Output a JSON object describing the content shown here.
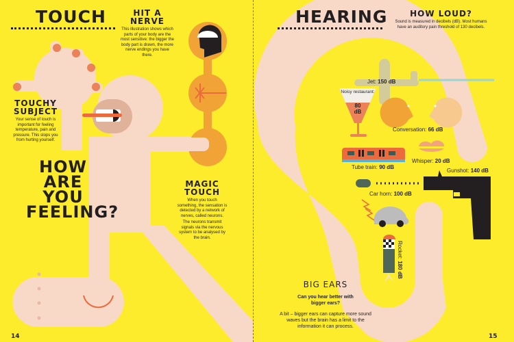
{
  "left_page": {
    "title": "TOUCH",
    "hit_a_nerve": {
      "heading": "HIT A NERVE",
      "text": "This illustration shows which parts of your body are the most sensitive: the bigger the body part is drawn, the more nerve endings you have there."
    },
    "touchy_subject": {
      "heading_line1": "TOUCHY",
      "heading_line2": "SUBJECT",
      "text": "Your sense of touch is important for feeling temperature, pain and pressure. This stops you from hurting yourself."
    },
    "big_question": {
      "line1": "HOW",
      "line2": "ARE",
      "line3": "YOU",
      "line4": "FEELING?"
    },
    "magic_touch": {
      "heading_line1": "MAGIC",
      "heading_line2": "TOUCH",
      "text1": "When you touch something, the sensation is detected by a network of nerves, called neurons.",
      "text2": "The neurons transmit signals via the nervous system to be analysed by the brain."
    },
    "page_number": "14"
  },
  "right_page": {
    "title": "HEARING",
    "how_loud": {
      "heading": "HOW LOUD?",
      "text": "Sound is measured in decibels (dB). Most humans have an auditory pain threshold of 130 decibels."
    },
    "sounds": [
      {
        "name": "Jet:",
        "value": "150 dB",
        "icon": "jet-icon"
      },
      {
        "name": "Noisy restaurant:",
        "value": "80 dB",
        "icon": "cocktail-glass-icon"
      },
      {
        "name": "Conversation:",
        "value": "66 dB",
        "icon": "talking-heads-icon"
      },
      {
        "name": "Tube train:",
        "value": "90 dB",
        "icon": "tube-train-icon"
      },
      {
        "name": "Whisper:",
        "value": "20 dB",
        "icon": "lips-icon"
      },
      {
        "name": "Gunshot:",
        "value": "140 dB",
        "icon": "gun-icon"
      },
      {
        "name": "Car horn:",
        "value": "100 dB",
        "icon": "car-icon"
      },
      {
        "name": "Rocket:",
        "value": "180 dB",
        "icon": "rocket-icon"
      }
    ],
    "big_ears": {
      "heading": "BIG EARS",
      "question": "Can you hear better with bigger ears?",
      "answer": "A bit – bigger ears can capture more sound waves but the brain has a limit to the information it can process."
    },
    "page_number": "15"
  },
  "colors": {
    "background": "#fcec2c",
    "skin": "#f8d9c8",
    "skin_dark": "#e0b29a",
    "orange": "#f2a336",
    "red_orange": "#ec6a3b",
    "text": "#231f20"
  }
}
